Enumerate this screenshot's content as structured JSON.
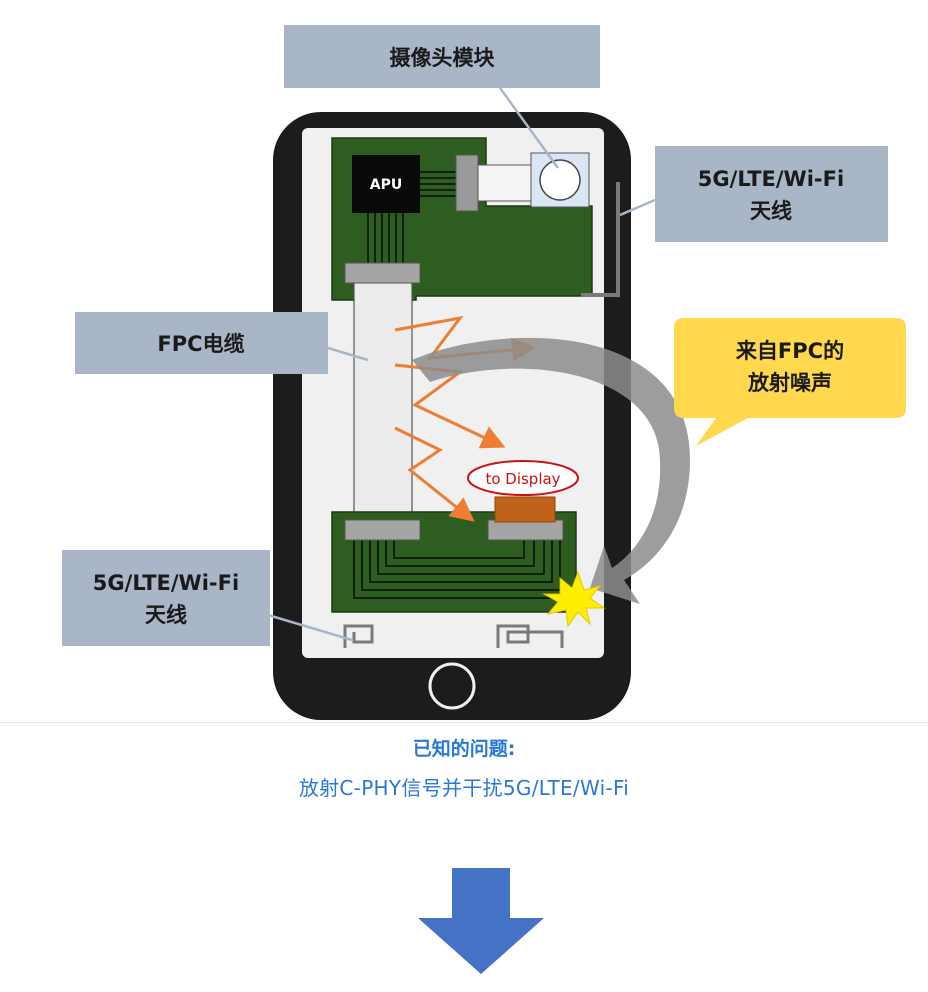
{
  "labels": {
    "camera_module": "摄像头模块",
    "antenna_top_line1": "5G/LTE/Wi-Fi",
    "antenna_top_line2": "天线",
    "fpc_cable": "FPC电缆",
    "noise_line1": "来自FPC的",
    "noise_line2": "放射噪声",
    "antenna_bottom_line1": "5G/LTE/Wi-Fi",
    "antenna_bottom_line2": "天线",
    "apu": "APU",
    "to_display": "to Display"
  },
  "caption": {
    "title": "已知的问题:",
    "text": "放射C-PHY信号并干扰5G/LTE/Wi-Fi"
  },
  "colors": {
    "label_box": "#a8b6c8",
    "callout": "#ffd84d",
    "board": "#2e5e1f",
    "orange": "#ed7d31",
    "caption": "#2a78d6",
    "down_arrow": "#4472c4"
  },
  "icons": [
    "camera-lens-icon",
    "spark-icon",
    "home-button-icon",
    "down-arrow-icon"
  ]
}
